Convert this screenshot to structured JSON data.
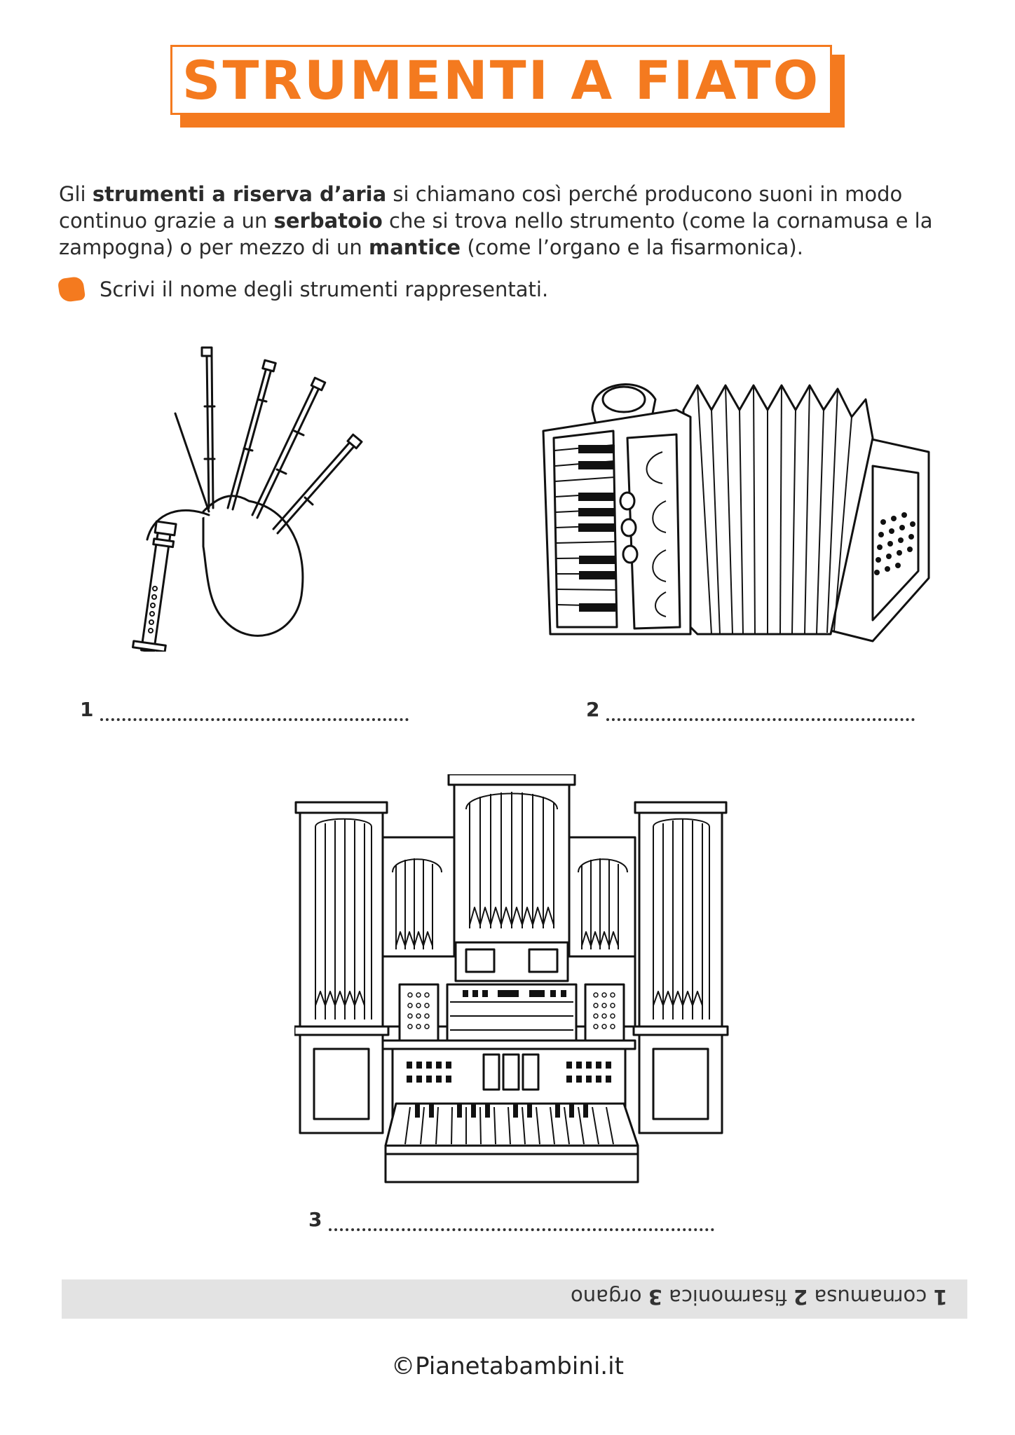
{
  "title": "STRUMENTI A FIATO",
  "intro": {
    "p1": "Gli ",
    "b1": "strumenti a riserva d’aria",
    "p2": " si chiamano così perché producono suoni in modo continuo grazie a un ",
    "b2": "serbatoio",
    "p3": " che si trova nello strumento (come la cornamusa e la zampogna) o per mezzo di un ",
    "b3": "mantice",
    "p4": " (come l’organo e la fisarmonica)."
  },
  "instruction": "Scrivi il nome degli strumenti rappresentati.",
  "answers": [
    {
      "number": "1"
    },
    {
      "number": "2"
    },
    {
      "number": "3"
    }
  ],
  "solutions": {
    "n1": "1",
    "a1": "cornamusa",
    "n2": "2",
    "a2": "fisarmonica",
    "n3": "3",
    "a3": "organo"
  },
  "footer": "©Pianetabambini.it",
  "colors": {
    "accent": "#f47a1f",
    "text": "#2b2b2b",
    "solution_bg": "#e3e3e3"
  }
}
